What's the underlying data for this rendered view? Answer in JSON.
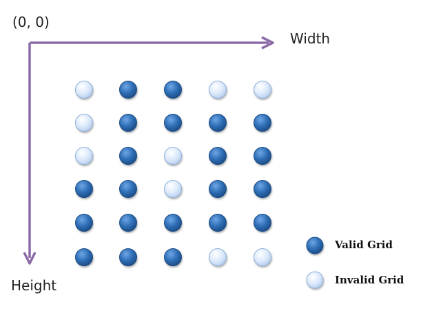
{
  "labels": {
    "origin": "(0, 0)",
    "width_axis": "Width",
    "height_axis": "Height"
  },
  "legend": {
    "valid": "Valid Grid",
    "invalid": "Invalid Grid"
  },
  "colors": {
    "axis": "#8b6aa8",
    "valid_fill": "#2f6fb7",
    "valid_dark": "#1d4d86",
    "invalid_fill": "#d6e6fb",
    "invalid_stroke": "#8fb0d8"
  },
  "grid": {
    "rows": [
      [
        "invalid",
        "valid",
        "valid",
        "invalid",
        "invalid"
      ],
      [
        "invalid",
        "valid",
        "valid",
        "valid",
        "valid"
      ],
      [
        "invalid",
        "valid",
        "invalid",
        "valid",
        "valid"
      ],
      [
        "valid",
        "valid",
        "invalid",
        "valid",
        "valid"
      ],
      [
        "valid",
        "valid",
        "valid",
        "valid",
        "valid"
      ],
      [
        "valid",
        "valid",
        "valid",
        "invalid",
        "invalid"
      ]
    ]
  }
}
